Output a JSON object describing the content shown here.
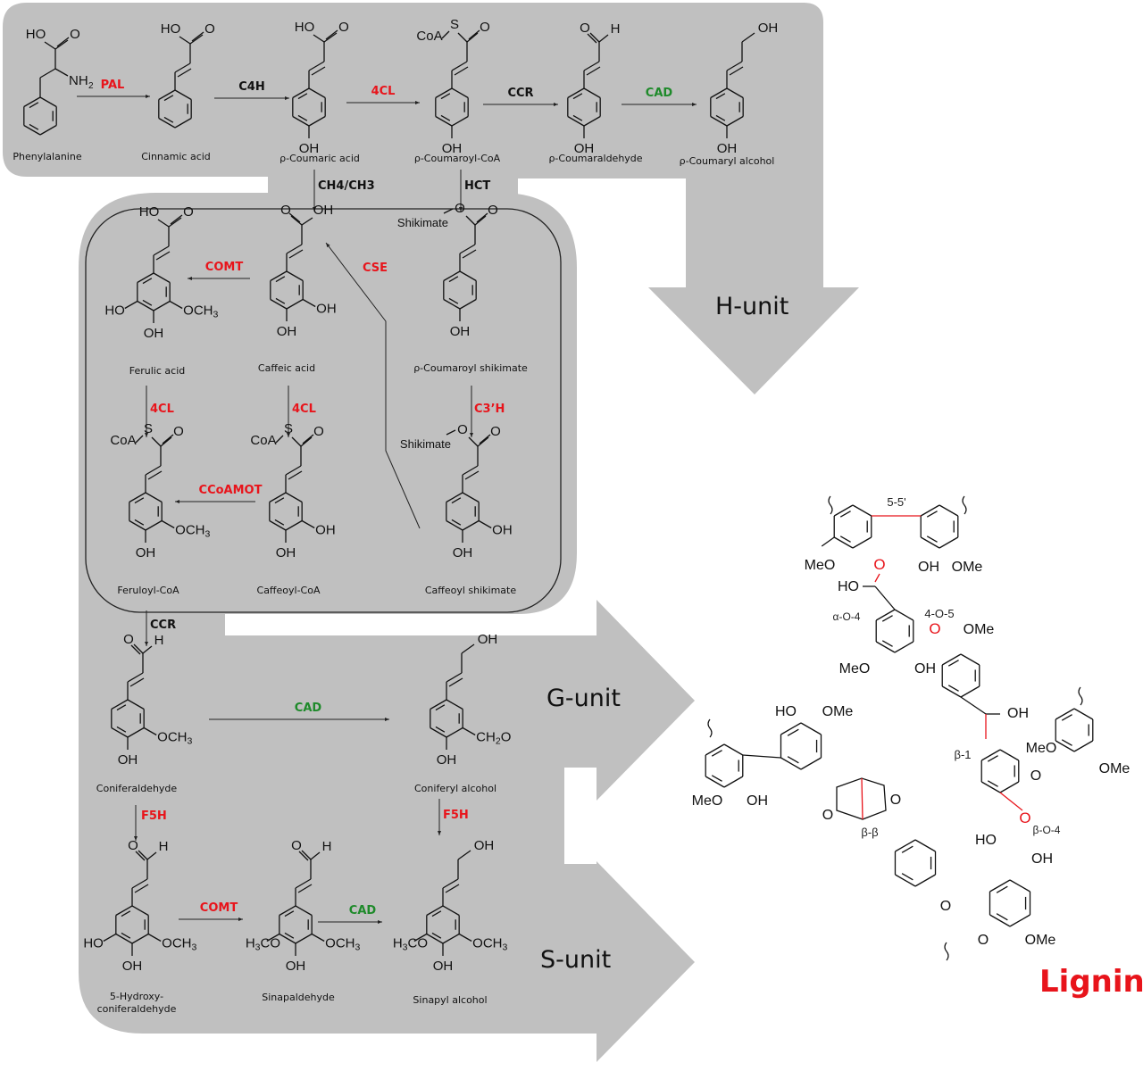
{
  "title": "Monolignol biosynthesis pathway and lignin structure",
  "colors": {
    "background_shape": "#c0c0c0",
    "enzyme_red": "#e8141b",
    "enzyme_green": "#1e8a2a",
    "enzyme_black": "#111111",
    "bond_red": "#e8141b",
    "bond_black": "#111111"
  },
  "compounds": {
    "phenylalanine": "Phenylalanine",
    "cinnamic_acid": "Cinnamic acid",
    "p_coumaric_acid": "ρ-Coumaric acid",
    "p_coumaroyl_coa": "ρ-Coumaroyl-CoA",
    "p_coumaraldehyde": "ρ-Coumaraldehyde",
    "p_coumaryl_alcohol": "ρ-Coumaryl alcohol",
    "ferulic_acid": "Ferulic acid",
    "caffeic_acid": "Caffeic acid",
    "p_coumaroyl_shikimate": "ρ-Coumaroyl shikimate",
    "feruloyl_coa": "Feruloyl-CoA",
    "caffeoyl_coa": "Caffeoyl-CoA",
    "caffeoyl_shikimate": "Caffeoyl shikimate",
    "coniferaldehyde": "Coniferaldehyde",
    "coniferyl_alcohol": "Coniferyl alcohol",
    "hydroxyconiferaldehyde_line1": "5-Hydroxy-",
    "hydroxyconiferaldehyde_line2": "coniferaldehyde",
    "sinapaldehyde": "Sinapaldehyde",
    "sinapyl_alcohol": "Sinapyl alcohol"
  },
  "enzymes": [
    {
      "id": "pal",
      "label": "PAL",
      "color": "red",
      "from": "Phenylalanine",
      "to": "Cinnamic acid"
    },
    {
      "id": "c4h",
      "label": "C4H",
      "color": "black",
      "from": "Cinnamic acid",
      "to": "ρ-Coumaric acid"
    },
    {
      "id": "4cl_top",
      "label": "4CL",
      "color": "red",
      "from": "ρ-Coumaric acid",
      "to": "ρ-Coumaroyl-CoA"
    },
    {
      "id": "ccr_top",
      "label": "CCR",
      "color": "black",
      "from": "ρ-Coumaroyl-CoA",
      "to": "ρ-Coumaraldehyde"
    },
    {
      "id": "cad_top",
      "label": "CAD",
      "color": "green",
      "from": "ρ-Coumaraldehyde",
      "to": "ρ-Coumaryl alcohol"
    },
    {
      "id": "ch4_ch3",
      "label": "CH4/CH3",
      "color": "black",
      "from": "ρ-Coumaric acid",
      "to": "Caffeic acid"
    },
    {
      "id": "hct",
      "label": "HCT",
      "color": "black",
      "from": "ρ-Coumaroyl-CoA",
      "to": "ρ-Coumaroyl shikimate"
    },
    {
      "id": "comt_acid",
      "label": "COMT",
      "color": "red",
      "from": "Caffeic acid",
      "to": "Ferulic acid"
    },
    {
      "id": "cse",
      "label": "CSE",
      "color": "red",
      "from": "Caffeoyl shikimate",
      "to": "Caffeic acid"
    },
    {
      "id": "c3h",
      "label": "C3’H",
      "color": "red",
      "from": "ρ-Coumaroyl shikimate",
      "to": "Caffeoyl shikimate"
    },
    {
      "id": "4cl_ferulic",
      "label": "4CL",
      "color": "red",
      "from": "Ferulic acid",
      "to": "Feruloyl-CoA"
    },
    {
      "id": "4cl_caffeic",
      "label": "4CL",
      "color": "red",
      "from": "Caffeic acid",
      "to": "Caffeoyl-CoA"
    },
    {
      "id": "ccoaomt",
      "label": "CCoAMOT",
      "color": "red",
      "from": "Caffeoyl-CoA",
      "to": "Feruloyl-CoA"
    },
    {
      "id": "ccr_mid",
      "label": "CCR",
      "color": "black",
      "from": "Feruloyl-CoA",
      "to": "Coniferaldehyde"
    },
    {
      "id": "cad_mid",
      "label": "CAD",
      "color": "green",
      "from": "Coniferaldehyde",
      "to": "Coniferyl alcohol"
    },
    {
      "id": "f5h_left",
      "label": "F5H",
      "color": "red",
      "from": "Coniferaldehyde",
      "to": "5-Hydroxy-coniferaldehyde"
    },
    {
      "id": "f5h_right",
      "label": "F5H",
      "color": "red",
      "from": "Coniferyl alcohol",
      "to": "Sinapyl alcohol"
    },
    {
      "id": "comt_ald",
      "label": "COMT",
      "color": "red",
      "from": "5-Hydroxy-coniferaldehyde",
      "to": "Sinapaldehyde"
    },
    {
      "id": "cad_bottom",
      "label": "CAD",
      "color": "green",
      "from": "Sinapaldehyde",
      "to": "Sinapyl alcohol"
    }
  ],
  "units": {
    "h_unit": "H-unit",
    "g_unit": "G-unit",
    "s_unit": "S-unit"
  },
  "lignin": {
    "title": "Lignin",
    "linkages": [
      "5-5'",
      "α-O-4",
      "4-O-5",
      "β-1",
      "β-O-4",
      "β-β"
    ]
  },
  "atoms": {
    "HO": "HO",
    "OH": "OH",
    "O": "O",
    "NH2": "NH",
    "NH2_sub": "2",
    "CoA": "CoA",
    "S": "S",
    "H": "H",
    "OCH3": "OCH",
    "OCH3_sub": "3",
    "H3CO_H": "H",
    "H3CO_sub": "3",
    "H3CO_CO": "CO",
    "CH2O": "CH",
    "CH2O_sub": "2",
    "CH2O_O": "O",
    "Shikimate": "Shikimate",
    "MeO": "MeO",
    "OMe": "OMe"
  }
}
